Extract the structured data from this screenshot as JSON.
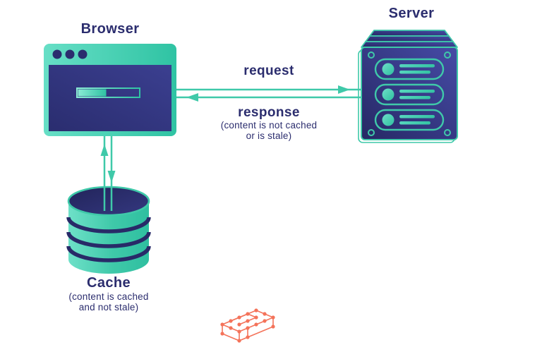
{
  "colors": {
    "teal": "#3fc9a9",
    "teal_light": "#6ee0c8",
    "teal_dark": "#2fbfa0",
    "navy": "#2b2d6e",
    "indigo": "#34387f",
    "orange": "#f4735a",
    "background": "#ffffff"
  },
  "browser": {
    "label": "Browser"
  },
  "server": {
    "label": "Server"
  },
  "cache": {
    "label": "Cache",
    "note_line1": "(content is cached",
    "note_line2": "and not stale)"
  },
  "request": {
    "label": "request",
    "direction": "browser-to-server"
  },
  "response": {
    "label": "response",
    "note_line1": "(content is not cached",
    "note_line2": "or is stale)",
    "direction": "server-to-browser"
  },
  "icons": {
    "browser_window": "browser-window-icon",
    "server_rack": "server-rack-icon",
    "cache_database": "database-cylinder-icon",
    "request_arrow": "arrow-right-icon",
    "response_arrow": "arrow-left-icon",
    "cache_fetch_arrow": "arrow-up-icon",
    "cache_store_arrow": "arrow-down-icon",
    "logo": "network-cube-logo"
  }
}
